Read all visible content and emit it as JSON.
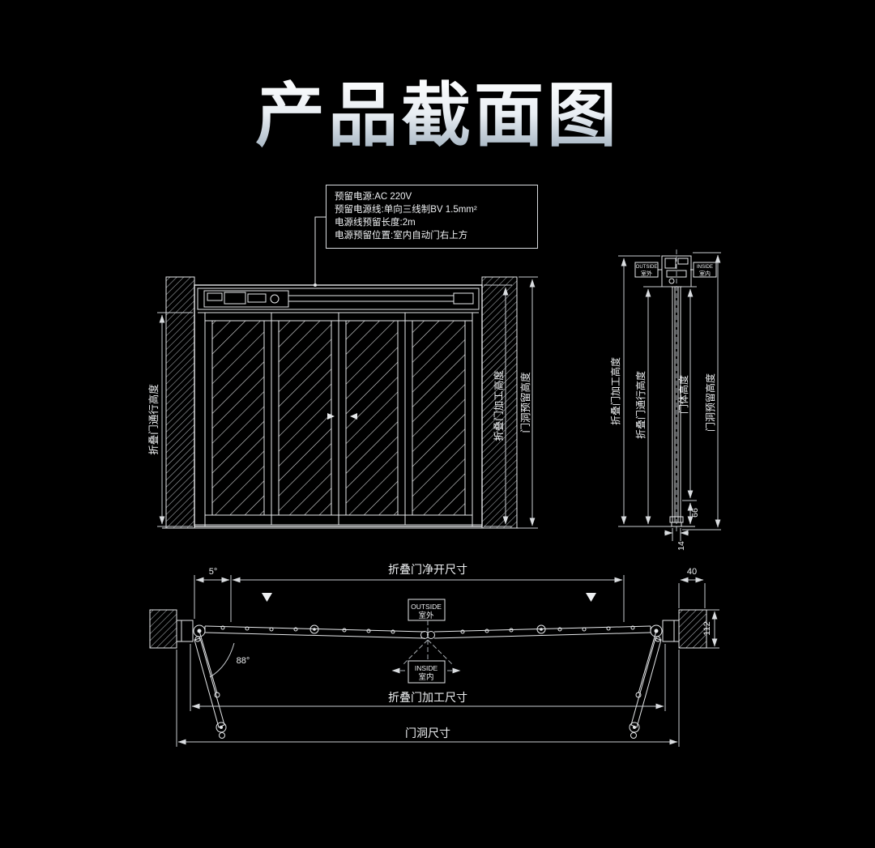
{
  "page": {
    "title": "产品截面图"
  },
  "colors": {
    "background": "#000000",
    "line": "#e6e8ea",
    "text": "#eef0f2"
  },
  "info_box": {
    "lines": [
      "预留电源:AC 220V",
      "预留电源线:单向三线制BV 1.5mm²",
      "电源线预留长度:2m",
      "电源预留位置:室内自动门右上方"
    ]
  },
  "front_view": {
    "passage_height": "折叠门通行高度",
    "process_height": "折叠门加工高度",
    "opening_height": "门洞预留高度"
  },
  "side_view": {
    "outside_en": "OUTSIDE",
    "outside_cn": "室外",
    "inside_en": "INSIDE",
    "inside_cn": "室内",
    "process_height": "折叠门加工高度",
    "passage_height": "折叠门通行高度",
    "door_height": "门体高度",
    "opening_height": "门洞预留高度",
    "dim_66": "66",
    "dim_14": "14"
  },
  "plan_view": {
    "angle_5": "5°",
    "net_width": "折叠门净开尺寸",
    "dim_40": "40",
    "dim_112": "112",
    "angle_88": "88°",
    "outside_en": "OUTSIDE",
    "outside_cn": "室外",
    "inside_en": "INSIDE",
    "inside_cn": "室内",
    "process_width": "折叠门加工尺寸",
    "opening_width": "门洞尺寸"
  }
}
